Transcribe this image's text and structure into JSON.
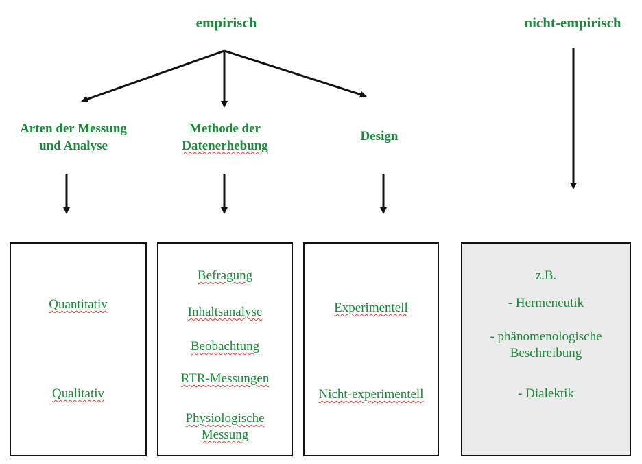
{
  "colors": {
    "text": "#1a8a3a",
    "spellcheck": "#d8453f",
    "box_border": "#111111",
    "grey_box": "#ebebeb"
  },
  "top": {
    "empirical": "empirisch",
    "non_empirical": "nicht-empirisch"
  },
  "categories": {
    "measurement_line1": "Arten der Messung",
    "measurement_line2": "und Analyse",
    "method_line1": "Methode der",
    "method_line2": "Datenerhebung",
    "design": "Design"
  },
  "boxes": {
    "measurement": [
      "Quantitativ",
      "Qualitativ"
    ],
    "method": [
      "Befragung",
      "Inhaltsanalyse",
      "Beobachtung",
      "RTR-Messungen",
      "Physiologische",
      "Messung"
    ],
    "design": [
      "Experimentell",
      "Nicht-experimentell"
    ],
    "non_empirical": [
      "z.B.",
      "- Hermeneutik",
      "- phänomenologische",
      "Beschreibung",
      "- Dialektik"
    ]
  }
}
